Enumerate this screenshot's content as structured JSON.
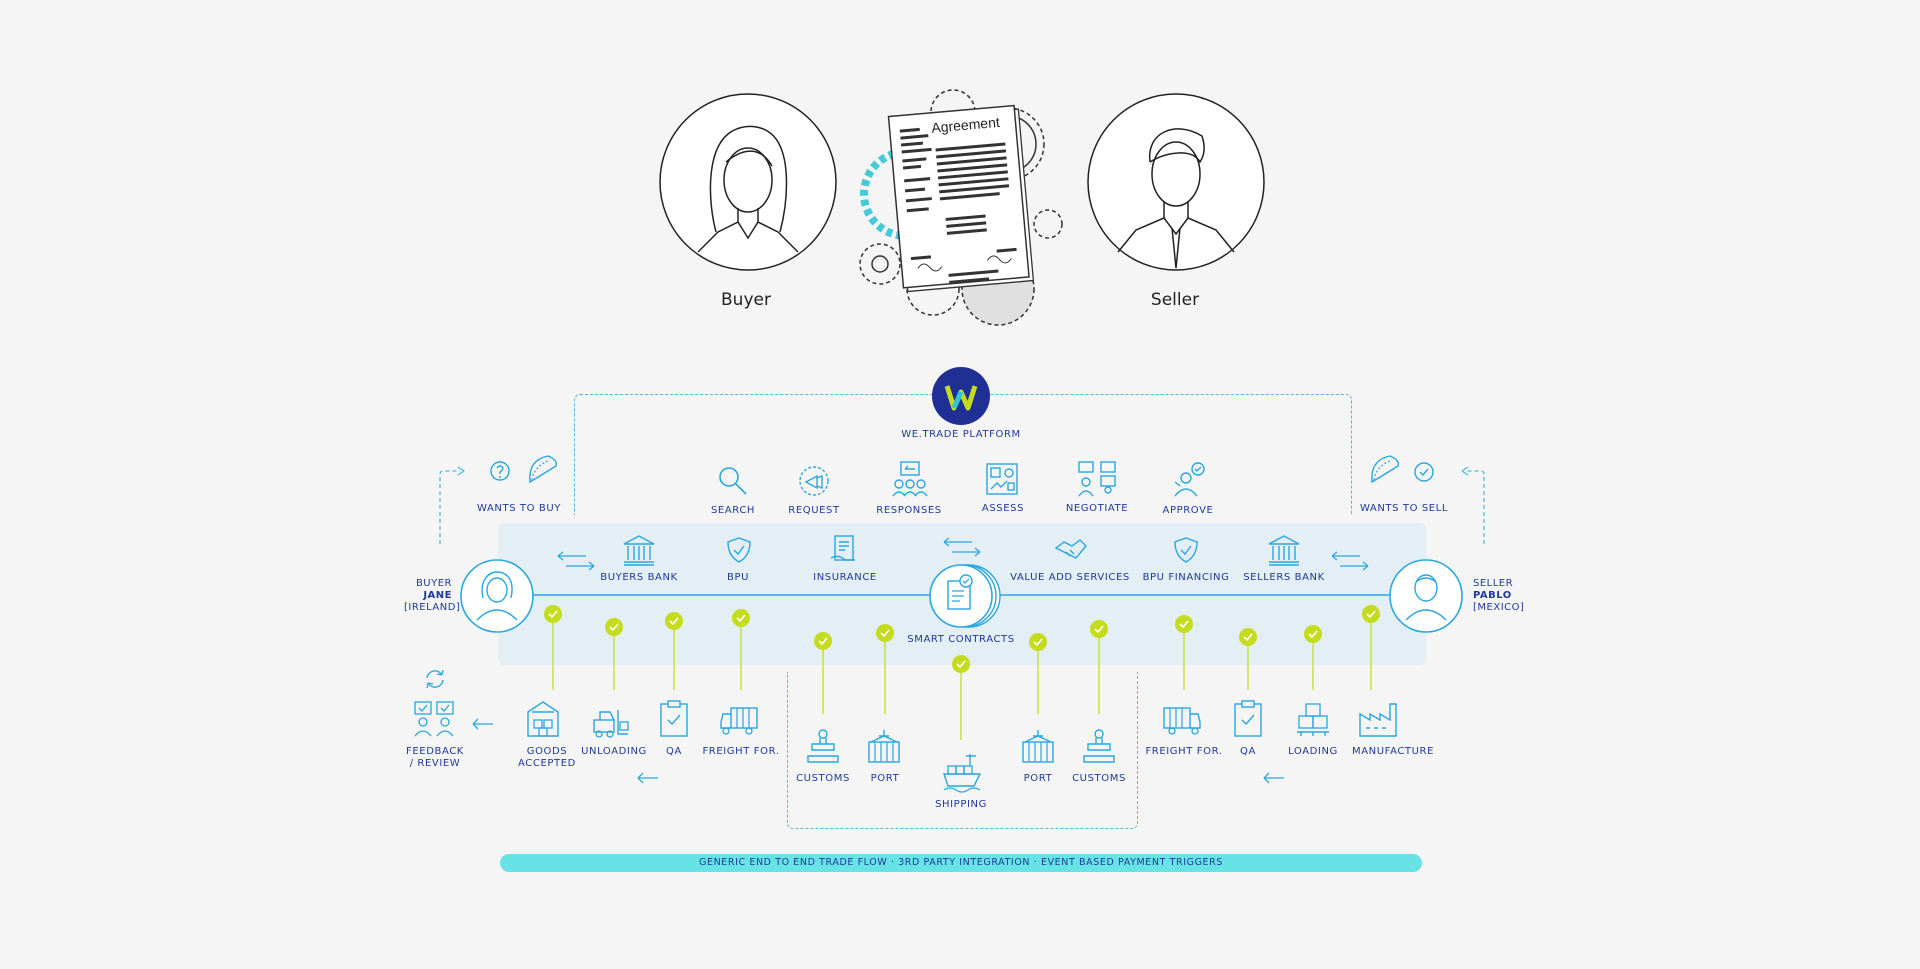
{
  "top": {
    "buyer_label": "Buyer",
    "seller_label": "Seller",
    "agreement_title": "Agreement"
  },
  "platform": {
    "name": "WE.TRADE PLATFORM",
    "logo_letter": "W"
  },
  "actions_top": [
    "SEARCH",
    "REQUEST",
    "RESPONSES",
    "ASSESS",
    "NEGOTIATE",
    "APPROVE"
  ],
  "wants": {
    "buy": "WANTS TO BUY",
    "sell": "WANTS TO SELL"
  },
  "band_services": [
    "BUYERS BANK",
    "BPU",
    "INSURANCE",
    "VALUE ADD SERVICES",
    "BPU FINANCING",
    "SELLERS BANK"
  ],
  "center": {
    "label": "SMART CONTRACTS"
  },
  "buyer": {
    "role": "BUYER",
    "name": "JANE",
    "country": "[IRELAND]"
  },
  "seller": {
    "role": "SELLER",
    "name": "PABLO",
    "country": "[MEXICO]"
  },
  "feedback": "FEEDBACK\n/ REVIEW",
  "steps_left": [
    "GOODS\nACCEPTED",
    "UNLOADING",
    "QA",
    "FREIGHT FOR."
  ],
  "steps_center": [
    "CUSTOMS",
    "PORT",
    "SHIPPING",
    "PORT",
    "CUSTOMS"
  ],
  "steps_right": [
    "FREIGHT FOR.",
    "QA",
    "LOADING",
    "MANUFACTURE"
  ],
  "bottom_bar": "GENERIC END TO END TRADE FLOW  ·  3RD PARTY INTEGRATION  ·  EVENT BASED PAYMENT TRIGGERS",
  "colors": {
    "blue": "#2aa7df",
    "navy": "#1f3a9a",
    "check": "#c5dc1e",
    "bar": "#67e3e6",
    "band": "#e3eef5"
  }
}
